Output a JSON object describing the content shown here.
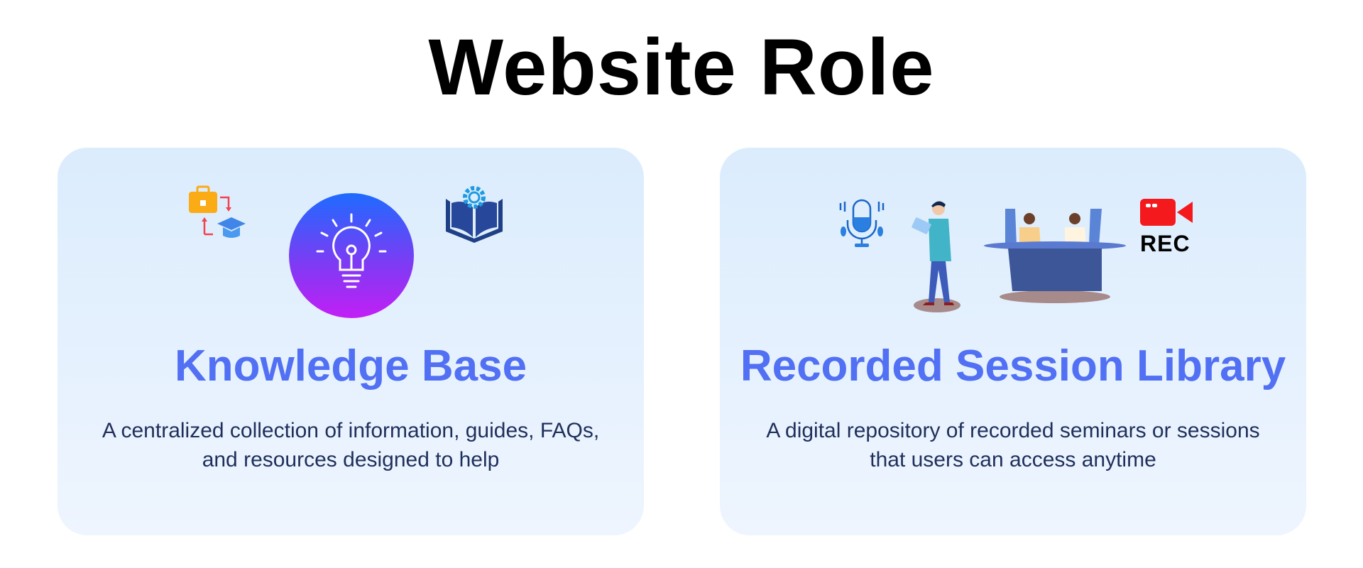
{
  "header": {
    "title": "Website Role"
  },
  "cards": [
    {
      "title": "Knowledge Base",
      "description": "A centralized collection of information, guides, FAQs, and resources designed to help",
      "icons": [
        "briefcase-graduation-icon",
        "lightbulb-icon",
        "book-gear-icon"
      ]
    },
    {
      "title": "Recorded Session Library",
      "description": "A digital repository of recorded seminars or sessions that users can access anytime",
      "icons": [
        "microphone-icon",
        "presenter-illustration",
        "podcast-desk-illustration",
        "rec-camera-icon"
      ],
      "rec_label": "REC"
    }
  ],
  "colors": {
    "accent": "#5170f4",
    "text": "#1f2f5b",
    "rec_red": "#f4191c"
  }
}
